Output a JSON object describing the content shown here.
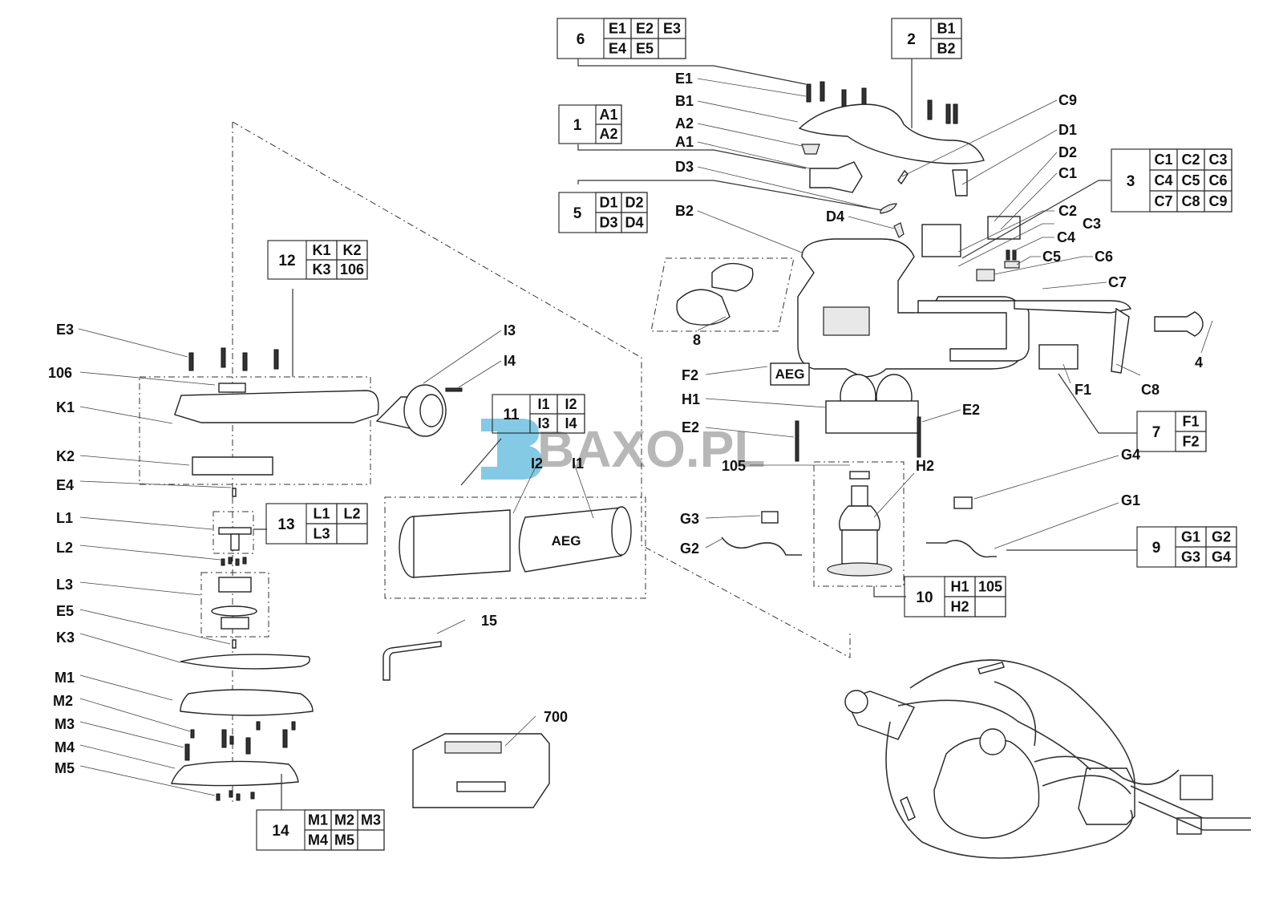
{
  "watermark": {
    "text": "BAXO.PL",
    "color_logo": "#5bb8dc",
    "color_text": "#9a9a9a"
  },
  "brand_labels": {
    "sticker": "AEG",
    "filter": "AEG"
  },
  "kit_boxes": [
    {
      "id": "box-6",
      "number": "6",
      "cells": [
        [
          "E1",
          "E2",
          "E3"
        ],
        [
          "E4",
          "E5",
          ""
        ]
      ]
    },
    {
      "id": "box-2",
      "number": "2",
      "cells": [
        [
          "B1"
        ],
        [
          "B2"
        ]
      ]
    },
    {
      "id": "box-1",
      "number": "1",
      "cells": [
        [
          "A1"
        ],
        [
          "A2"
        ]
      ]
    },
    {
      "id": "box-5",
      "number": "5",
      "cells": [
        [
          "D1",
          "D2"
        ],
        [
          "D3",
          "D4"
        ]
      ]
    },
    {
      "id": "box-3",
      "number": "3",
      "cells": [
        [
          "C1",
          "C2",
          "C3"
        ],
        [
          "C4",
          "C5",
          "C6"
        ],
        [
          "C7",
          "C8",
          "C9"
        ]
      ]
    },
    {
      "id": "box-12",
      "number": "12",
      "cells": [
        [
          "K1",
          "K2"
        ],
        [
          "K3",
          "106"
        ]
      ]
    },
    {
      "id": "box-11",
      "number": "11",
      "cells": [
        [
          "I1",
          "I2"
        ],
        [
          "I3",
          "I4"
        ]
      ]
    },
    {
      "id": "box-7",
      "number": "7",
      "cells": [
        [
          "F1"
        ],
        [
          "F2"
        ]
      ]
    },
    {
      "id": "box-13",
      "number": "13",
      "cells": [
        [
          "L1",
          "L2"
        ],
        [
          "L3",
          ""
        ]
      ]
    },
    {
      "id": "box-9",
      "number": "9",
      "cells": [
        [
          "G1",
          "G2"
        ],
        [
          "G3",
          "G4"
        ]
      ]
    },
    {
      "id": "box-10",
      "number": "10",
      "cells": [
        [
          "H1",
          "105"
        ],
        [
          "H2",
          ""
        ]
      ]
    },
    {
      "id": "box-14",
      "number": "14",
      "cells": [
        [
          "M1",
          "M2",
          "M3"
        ],
        [
          "M4",
          "M5",
          ""
        ]
      ]
    }
  ],
  "part_labels": {
    "E1": "E1",
    "B1": "B1",
    "A2": "A2",
    "A1": "A1",
    "D3": "D3",
    "B2": "B2",
    "D4": "D4",
    "C9": "C9",
    "D1": "D1",
    "D2": "D2",
    "C1": "C1",
    "C2": "C2",
    "C3": "C3",
    "C4": "C4",
    "C5": "C5",
    "C6": "C6",
    "C7": "C7",
    "C8": "C8",
    "4": "4",
    "8": "8",
    "F1": "F1",
    "F2": "F2",
    "H1": "H1",
    "E2a": "E2",
    "E2b": "E2",
    "105": "105",
    "H2": "H2",
    "G1": "G1",
    "G2": "G2",
    "G3": "G3",
    "G4": "G4",
    "E3": "E3",
    "106": "106",
    "K1": "K1",
    "K2": "K2",
    "E4": "E4",
    "L1": "L1",
    "L2": "L2",
    "L3": "L3",
    "E5": "E5",
    "K3": "K3",
    "M1": "M1",
    "M2": "M2",
    "M3": "M3",
    "M4": "M4",
    "M5": "M5",
    "I3": "I3",
    "I4": "I4",
    "I2": "I2",
    "I1": "I1",
    "15": "15",
    "700": "700"
  }
}
